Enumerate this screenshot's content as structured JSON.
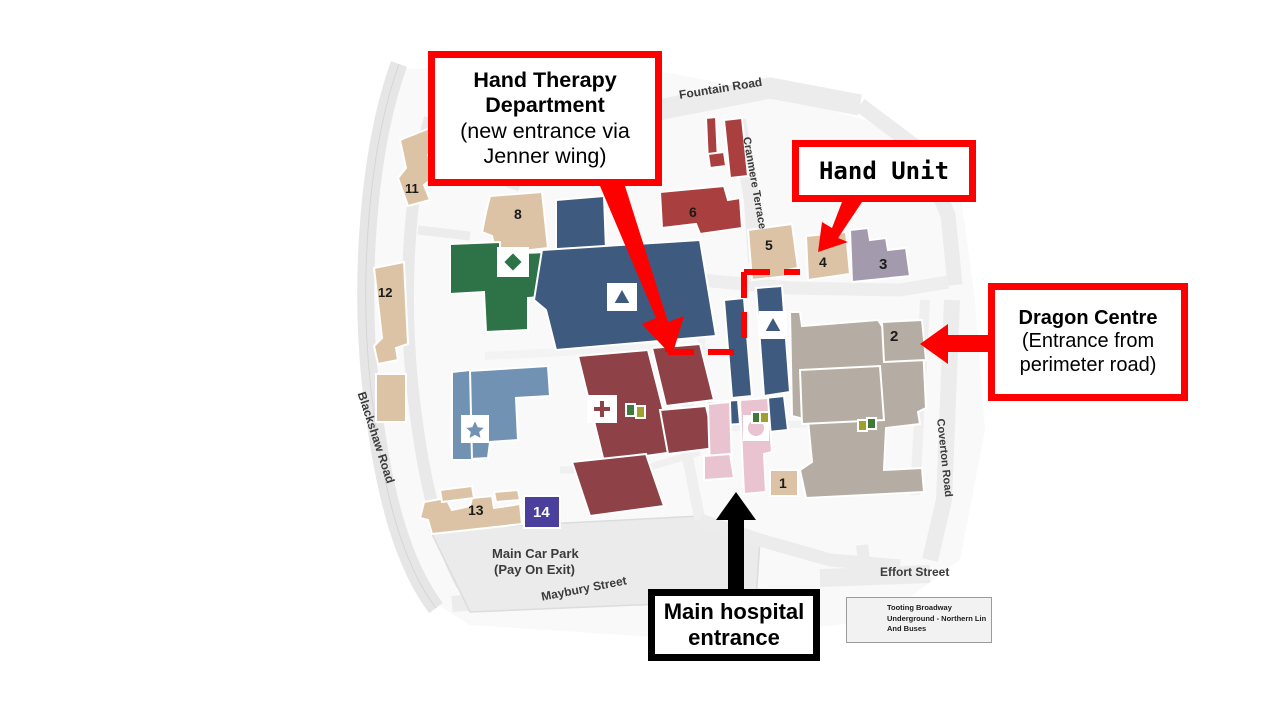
{
  "document": {
    "type": "hospital-campus-map",
    "title": "St George's Hospital campus map with annotations"
  },
  "callouts": [
    {
      "id": "hand-therapy",
      "title": "Hand Therapy Department",
      "title_line1": "Hand Therapy",
      "title_line2": "Department",
      "sub_line1": "(new entrance via",
      "sub_line2": "Jenner wing)",
      "border_color": "#ff0000",
      "pointer": "arrow-down-right"
    },
    {
      "id": "hand-unit",
      "title": "Hand Unit",
      "border_color": "#ff0000",
      "pointer": "arrow-down-left"
    },
    {
      "id": "dragon-centre",
      "title": "Dragon Centre",
      "sub_line1": "(Entrance from",
      "sub_line2": "perimeter road)",
      "border_color": "#ff0000",
      "pointer": "arrow-left"
    },
    {
      "id": "main-hospital-entrance",
      "title_line1": "Main hospital",
      "title_line2": "entrance",
      "border_color": "#000000",
      "pointer": "arrow-up"
    }
  ],
  "map": {
    "streets": [
      {
        "name": "Fountain Road",
        "rotation": -8
      },
      {
        "name": "Cranmere Terrace",
        "rotation": 80
      },
      {
        "name": "Blackshaw Road",
        "rotation": 72
      },
      {
        "name": "Coverton Road",
        "rotation": 84
      },
      {
        "name": "Effort Street",
        "rotation": 0
      },
      {
        "name": "Maybury Street",
        "rotation": -12
      }
    ],
    "areas": [
      {
        "name": "Main Car Park",
        "line1": "Main Car Park",
        "line2": "(Pay On Exit)"
      }
    ],
    "building_numbers": [
      "1",
      "2",
      "3",
      "4",
      "5",
      "6",
      "8",
      "11",
      "12",
      "13",
      "14"
    ],
    "transport": {
      "station": "Tooting Broadway",
      "line1": "Tooting Broadway",
      "line2": "Underground - Northern Lin",
      "line3": "And Buses",
      "roundel_colors": {
        "ring": "#b33a3a",
        "bar": "#3b4ba8"
      }
    },
    "icons": [
      {
        "name": "triangle-icon",
        "count": 2
      },
      {
        "name": "diamond-icon",
        "count": 1
      },
      {
        "name": "star-icon",
        "count": 1
      },
      {
        "name": "cross-icon",
        "count": 1
      },
      {
        "name": "circle-icon",
        "count": 1
      }
    ],
    "colors": {
      "road": "#e8e8e8",
      "road_stroke": "#d2d2d2",
      "building_blue_dark": "#3e5a7e",
      "building_blue_light": "#7292b4",
      "building_red": "#8e4247",
      "building_red_bright": "#a9403f",
      "building_green": "#2e7348",
      "building_tan": "#ddc3a6",
      "building_beige": "#b5ada3",
      "building_pink": "#e9c3d0",
      "building_purple": "#a49aae",
      "building_indigo": "#4b3f9e",
      "annotation_red": "#ff0000",
      "annotation_black": "#000000"
    }
  }
}
